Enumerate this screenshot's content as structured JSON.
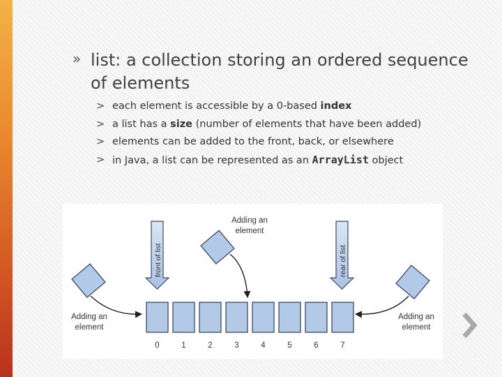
{
  "main_bullet": {
    "marker": "»",
    "term": "list",
    "rest": ": a collection storing an ordered sequence of elements"
  },
  "sub_bullets": [
    {
      "marker": ">",
      "pre": "each element is accessible by a 0-based ",
      "bold": "index",
      "post": ""
    },
    {
      "marker": ">",
      "pre": "a list has a ",
      "bold": "size",
      "post": " (number of elements that have been added)"
    },
    {
      "marker": ">",
      "pre": "elements can be added to the front, back, or elsewhere",
      "bold": "",
      "post": ""
    },
    {
      "marker": ">",
      "pre": "in Java, a list can be represented as an ",
      "code": "ArrayList",
      "post": " object"
    }
  ],
  "diagram": {
    "left_label": [
      "Adding an",
      "element"
    ],
    "top_label": [
      "Adding an",
      "element"
    ],
    "right_label": [
      "Adding an",
      "element"
    ],
    "front_label": "front of list",
    "rear_label": "rear of list",
    "indices": [
      "0",
      "1",
      "2",
      "3",
      "4",
      "5",
      "6",
      "7"
    ]
  },
  "colors": {
    "box_fill": "#b3c9e8",
    "box_stroke": "#3c4a5c",
    "accent_bar": "#d55a23"
  },
  "nav": {
    "icon": "chevron-right-icon"
  }
}
